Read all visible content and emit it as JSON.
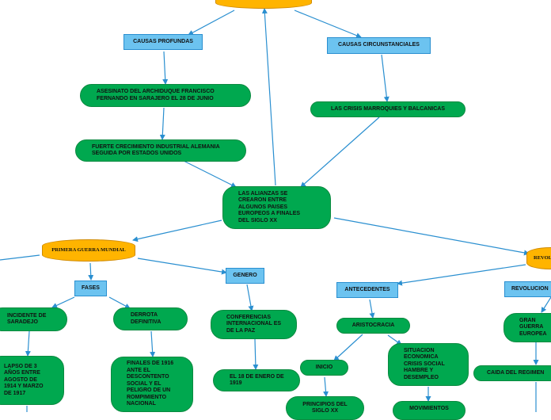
{
  "nodes": {
    "causas_profundas": "CAUSAS PROFUNDAS",
    "causas_circunstanciales": "CAUSAS CIRCUNSTANCIALES",
    "asesinato": "ASESINATO DEL ARCHIDUQUE FRANCISCO FERNANDO EN SARAJERO EL 28 DE JUNIO",
    "crisis_marroquies": "LAS CRISIS MARROQUIES Y BALCANICAS",
    "crecimiento": "FUERTE CRECIMIENTO INDUSTRIAL ALEMANIA SEGUIDA POR ESTADOS UNIDOS",
    "alianzas": "LAS ALIANZAS SE CREARON ENTRE ALGUNOS PAISES EUROPEOS A FINALES DEL SIGLO XX",
    "primera_guerra": "PRIMERA GUERRA MUNDIAL",
    "revolucion_oval": "REVOL",
    "fases": "FASES",
    "genero": "GENERO",
    "antecedentes": "ANTECEDENTES",
    "revolucion": "REVOLUCION",
    "incidente": "INCIDENTE DE SARADEJO",
    "derrota": "DERROTA DEFINITIVA",
    "conferencias": "CONFERENCIAS INTERNACIONAL ES DE LA PAZ",
    "aristocracia": "ARISTOCRACIA",
    "gran_guerra": "GRAN GUERRA EUROPEA",
    "lapso": "LAPSO DE 3 AÑOS ENTRE AGOSTO DE 1914 Y MARZO DE 1917",
    "finales_1916": "FINALES DE 1916 ANTE EL DESCONTENTO SOCIAL Y EL PELIGRO DE UN ROMPIMIENTO NACIONAL",
    "enero_1919": "EL 18 DE ENERO DE 1919",
    "inicio": "INICIO",
    "situacion": "SITUACION ECONOMICA CRISIS SOCIAL HAMBRE Y DESEMPLEO",
    "caida": "CAIDA DEL REGIMEN",
    "principios": "PRINCIPIOS DEL SIGLO XX",
    "movimientos": "MOVIMIENTOS"
  },
  "colors": {
    "blue_fill": "#6cc3f0",
    "green_fill": "#00a84f",
    "gold_fill": "#ffb400",
    "connector": "#2a8fd0"
  }
}
